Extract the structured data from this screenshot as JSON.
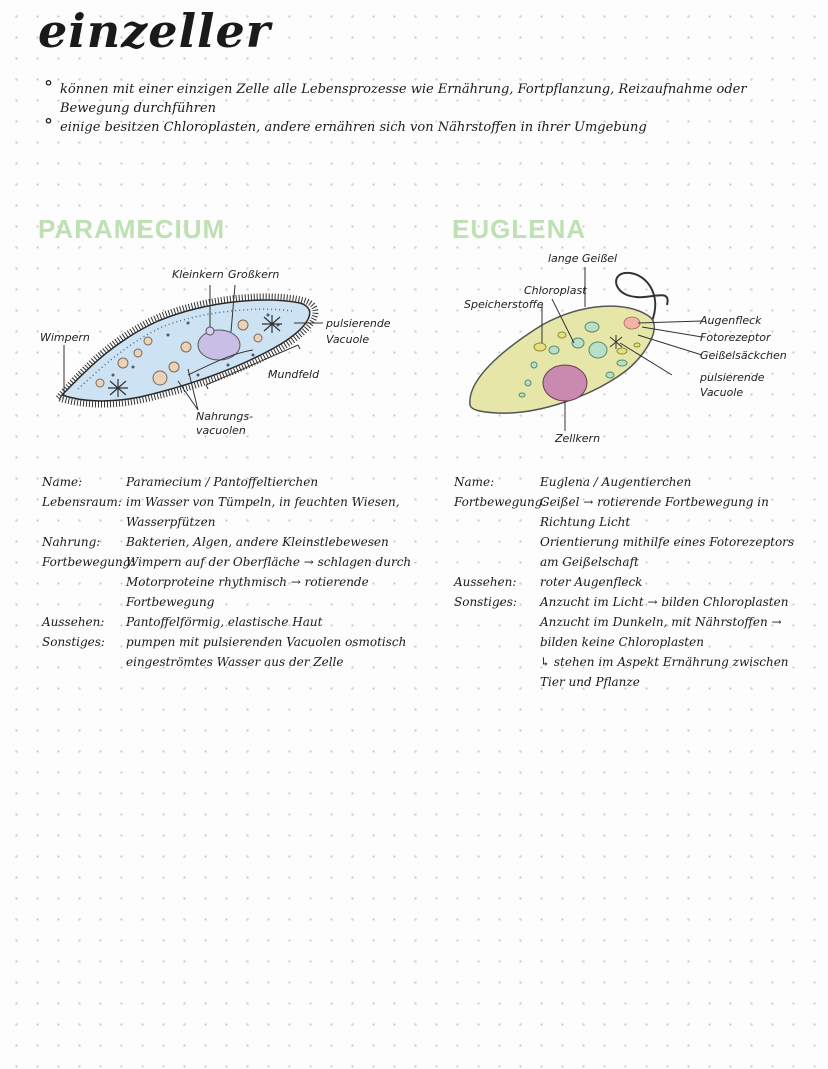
{
  "page": {
    "title": "einzeller",
    "bullets": [
      "können mit einer einzigen Zelle alle Lebensprozesse wie Ernährung, Fortpflanzung, Reizaufnahme oder Bewegung durchführen",
      "einige besitzen Chloroplasten, andere ernähren sich von Nährstoffen in ihrer Umgebung"
    ]
  },
  "paramecium": {
    "heading": "PARAMECIUM",
    "labels": {
      "kleinkern": "Kleinkern",
      "grosskern": "Großkern",
      "wimpern": "Wimpern",
      "pulsierende_vacuole": "pulsierende Vacuole",
      "mundfeld": "Mundfeld",
      "nahrungsvacuolen": "Nahrungs- vacuolen"
    },
    "info": {
      "name_key": "Name:",
      "name": "Paramecium / Pantoffeltierchen",
      "lebensraum_key": "Lebensraum:",
      "lebensraum": "im Wasser von Tümpeln, in feuchten Wiesen, Wasserpfützen",
      "nahrung_key": "Nahrung:",
      "nahrung": "Bakterien, Algen, andere Kleinstlebewesen",
      "fortbewegung_key": "Fortbewegung:",
      "fortbewegung": "Wimpern auf der Oberfläche → schlagen durch Motorproteine rhythmisch → rotierende Fortbewegung",
      "aussehen_key": "Aussehen:",
      "aussehen": "Pantoffelförmig, elastische Haut",
      "sonstiges_key": "Sonstiges:",
      "sonstiges": "pumpen mit pulsierenden Vacuolen osmotisch eingeströmtes Wasser aus der Zelle"
    }
  },
  "euglena": {
    "heading": "EUGLENA",
    "labels": {
      "lange_geissel": "lange Geißel",
      "chloroplast": "Chloroplast",
      "speicherstoffe": "Speicherstoffe",
      "augenfleck": "Augenfleck",
      "fotorezeptor": "Fotorezeptor",
      "geisselsaeckchen": "Geißelsäckchen",
      "pulsierende_vacuole": "pulsierende Vacuole",
      "zellkern": "Zellkern"
    },
    "info": {
      "name_key": "Name:",
      "name": "Euglena / Augentierchen",
      "fortbewegung_key": "Fortbewegung:",
      "fortbewegung": "Geißel → rotierende Fortbewegung in Richtung Licht",
      "orientierung": "Orientierung mithilfe eines Fotorezeptors am Geißelschaft",
      "aussehen_key": "Aussehen:",
      "aussehen": "roter Augenfleck",
      "sonstiges_key": "Sonstiges:",
      "sonstiges": "Anzucht im Licht → bilden Chloroplasten",
      "sonstiges2": "Anzucht im Dunkeln, mit Nährstoffen → bilden keine Chloroplasten",
      "sonstiges3": "↳ stehen im Aspekt Ernährung zwischen Tier und Pflanze"
    },
    "colors": {
      "cell": "#e6e6a8",
      "nucleus": "#c98ab0",
      "chloroplast": "#b8e0c8",
      "eyespot": "#f2b4a8"
    }
  },
  "colors": {
    "heading": "#bfe0b3",
    "paramecium_cell": "#cde3f3",
    "macronucleus": "#c9bfe6"
  }
}
